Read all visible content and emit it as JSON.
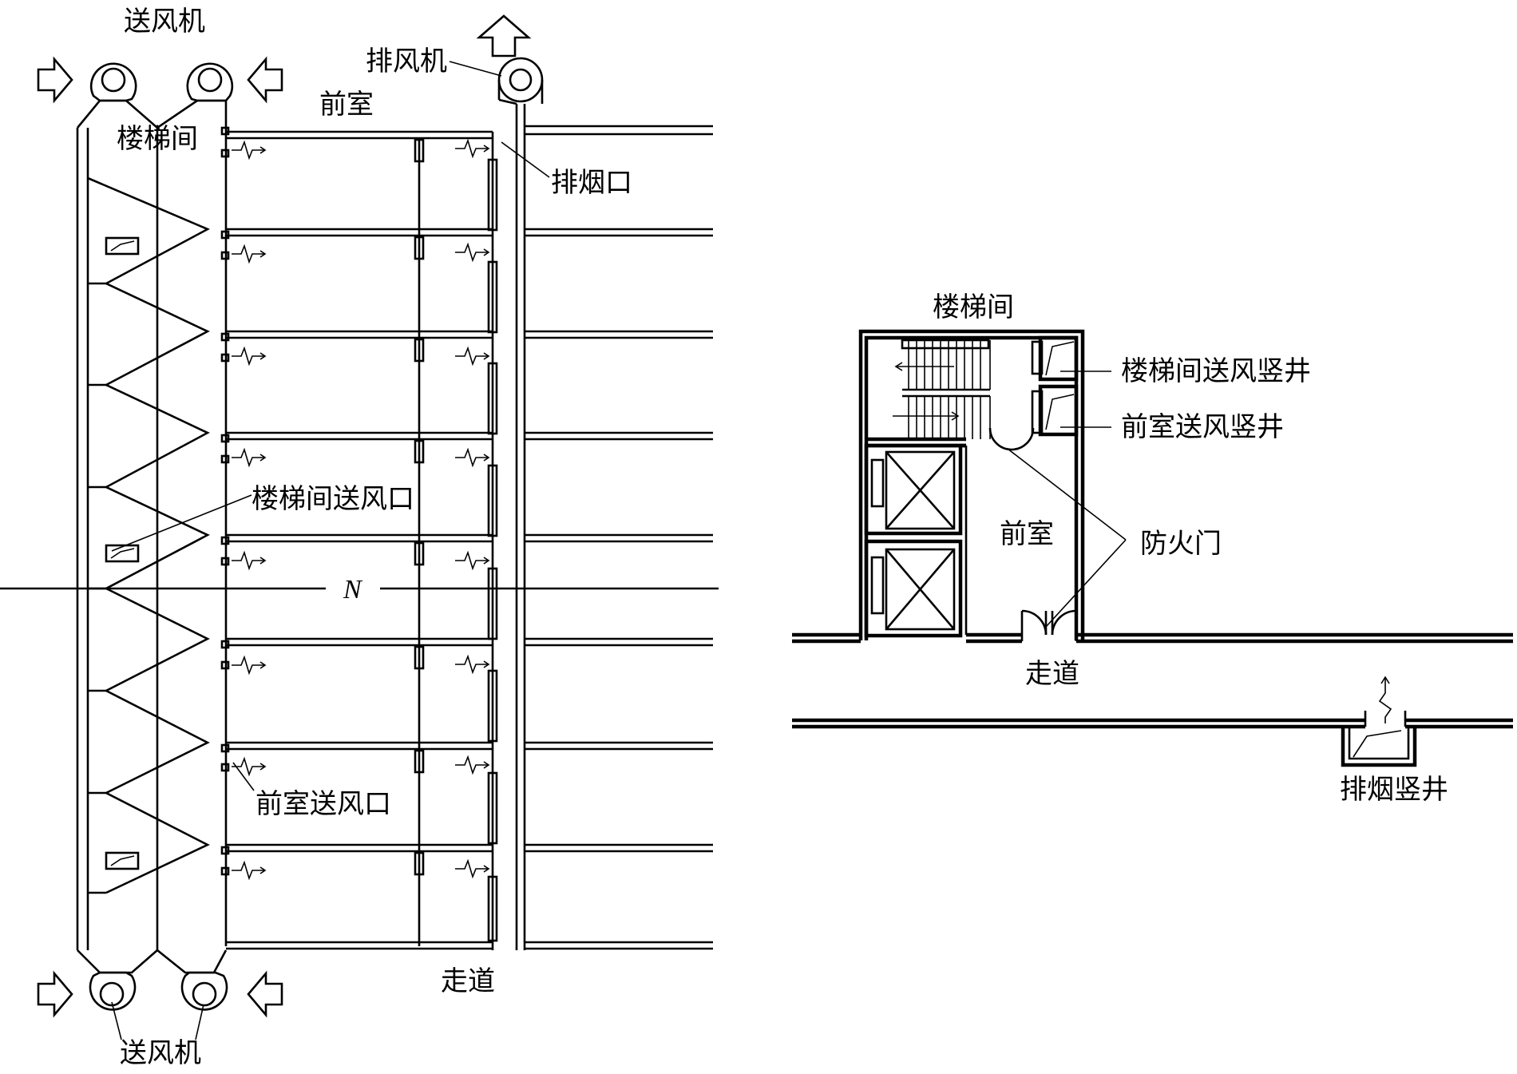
{
  "left": {
    "fan_top": "送风机",
    "exhaust_fan": "排风机",
    "antechamber": "前室",
    "stairwell": "楼梯间",
    "smoke_outlet": "排烟口",
    "stair_supply_outlet": "楼梯间送风口",
    "axis_label": "N",
    "ante_supply_outlet": "前室送风口",
    "corridor": "走道",
    "fan_bottom": "送风机"
  },
  "right": {
    "stairwell": "楼梯间",
    "stair_supply_shaft": "楼梯间送风竖井",
    "ante_supply_shaft": "前室送风竖井",
    "antechamber": "前室",
    "fire_door": "防火门",
    "corridor": "走道",
    "smoke_shaft": "排烟竖井"
  }
}
